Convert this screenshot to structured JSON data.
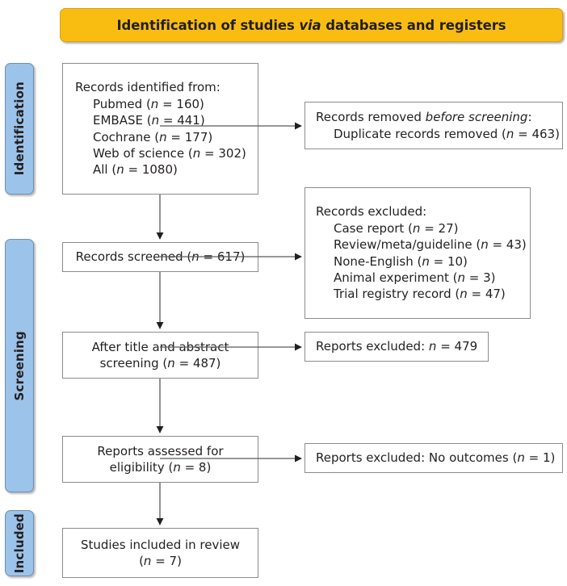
{
  "header": {
    "title_pre": "Identification of studies ",
    "title_em": "via",
    "title_post": " databases and registers",
    "bg_color": "#f9bd12"
  },
  "stages": {
    "identification": "Identification",
    "screening": "Screening",
    "included": "Included",
    "bg_color": "#9cc3e9"
  },
  "boxes": {
    "identified": {
      "title": "Records identified from:",
      "items": [
        "Pubmed (n = 160)",
        "EMBASE (n = 441)",
        "Cochrane (n = 177)",
        "Web of science (n = 302)",
        "All (n = 1080)"
      ]
    },
    "removed": {
      "title_pre": "Records removed ",
      "title_em": "before screening",
      "title_post": ":",
      "items": [
        "Duplicate records removed (n = 463)"
      ]
    },
    "screened": {
      "text": "Records screened (n = 617)"
    },
    "excluded": {
      "title": "Records excluded:",
      "items": [
        "Case report (n = 27)",
        "Review/meta/guideline (n = 43)",
        "None-English (n = 10)",
        "Animal experiment (n = 3)",
        "Trial registry record (n = 47)"
      ]
    },
    "abstract": {
      "line1": "After title and abstract",
      "line2": "screening (n = 487)"
    },
    "reports_excluded_1": {
      "text": "Reports excluded: n = 479"
    },
    "eligible": {
      "line1": "Reports assessed for",
      "line2": "eligibility (n = 8)"
    },
    "reports_excluded_2": {
      "text": "Reports excluded: No outcomes (n = 1)"
    },
    "included": {
      "line1": "Studies included in review",
      "line2": "(n = 7)"
    }
  }
}
